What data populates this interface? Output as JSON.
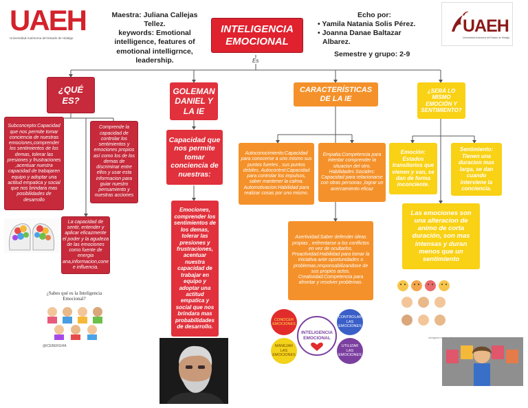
{
  "header": {
    "logo_left": "UAEH",
    "logo_left_sub": "Universidad Autónoma del Estado de Hidalgo",
    "teacher_lines": [
      "Maestra: Juliana Callejas",
      "Tellez.",
      "keywords: Emotional",
      "intelligence, features of",
      "emotional intelligrnce,",
      "leadership."
    ],
    "title_lines": [
      "INTELIGENCIA",
      "EMOCIONAL"
    ],
    "connector_es": "Es",
    "made_by": "Echo por:",
    "authors": [
      "• Yamila Natania Solis Pérez.",
      "• Joanna Danae Baltazar",
      "  Albarez."
    ],
    "semester": "Semestre y grupo: 2-9",
    "logo_right": "UAEH",
    "logo_right_sub": "Universidad Autónoma del Estado de Hidalgo"
  },
  "branches": {
    "que_es": {
      "title": "¿QUÉ ES?",
      "left": "Subconcepto:Capacidad que nos permite tomar conciencia de nuestras emociones,comprender los sentimientos de los demas, tolerar las presiones y frustraciones ,acentuar nuestra capacidad de trabajaren equipo y adoptar una actitud empatica y social que nos brindara mas posibilidades de desarrollo",
      "right": "Comprende la capacidad de controlar los sentimientos y emociones propios así como los de los demas de discriminar entre ellos y usar esta informacion para guiar nuestro pensamiento y nuestras acciones",
      "bottom": "La capacidad de sentir, entender y aplicar eficazmente el poder y la agudeza de las emociones como fuente de energia ana,informacion,cone e influencia.",
      "card_title": "¿Sabes qué es la Inteligencia Emocional?",
      "card_caption": "@ICEBERGHA"
    },
    "goleman": {
      "title": "GOLEMAN DANIEL Y LA IE",
      "def": "Capacidad que nos permite tomar conciencia de nuestras:",
      "detail": "Emociones, comprender los sentimientos de los demas, tolerar las presiones y frustraciones, acentuar nuestra capacidad de trabajar en equipo y adoptar una actitud empatica y social que nos brindara mas probabilidades de desarrollo."
    },
    "caracteristicas": {
      "title": "CARACTERÍSTICAS DE LA IE",
      "left": "Autoconocimiento:Capacidad para conocerse a uno mismo sus puntos fuertes , sus puntos debiles. Autocontrol:Capacidad para controlar los impulsos, saber mantener la calma. Automotivacion:Habilidad para realizar cosas por uno mismo.",
      "right": "Empatia:Competencia para intentar comprender la situacion del otro. Habilidades Sociales: Capacidad para relacionarse con otras personas ,lograr un acercamiento eficaz",
      "bottom": "Asertividad:Saber defender ideas propias , enfrentarse a los conflictos en vez de ocultarlos. Proactividad:Habilidad para tomar la iniciativa ante oportunidades o problemas,responsabilizandose de sus propios actos. Creatividad:Competencia para afrontar y resolver problemas.",
      "diagram_center": "INTELIGENCIA EMOCIONAL",
      "diagram_circles": [
        "CONOCER EMOCIONES",
        "CONTROLAR LAS EMOCIONES",
        "MANEJAR LAS EMOCIONES",
        "UTILIZAR LAS EMOCIONES"
      ]
    },
    "emocion": {
      "title": "¿SERÁ LO MISMO EMOCIÓN Y SENTIMIENTO?",
      "left": "Emoción: Estados transitorios que vienen y van, se dan de forma inconciente.",
      "right": "Sentimiento: Tienen una duracion mas larga, se dan cuando interviene la conciencia.",
      "bottom": "Las emociones son una alteracion de animo de corta duración, son mas intensas y duran menos que un sentimiento",
      "card_caption": "designed by freepik"
    }
  },
  "colors": {
    "title_red": "#e0212e",
    "dark_red": "#c62a3b",
    "orange": "#f4912a",
    "yellow": "#f9d115",
    "line": "#555555"
  }
}
